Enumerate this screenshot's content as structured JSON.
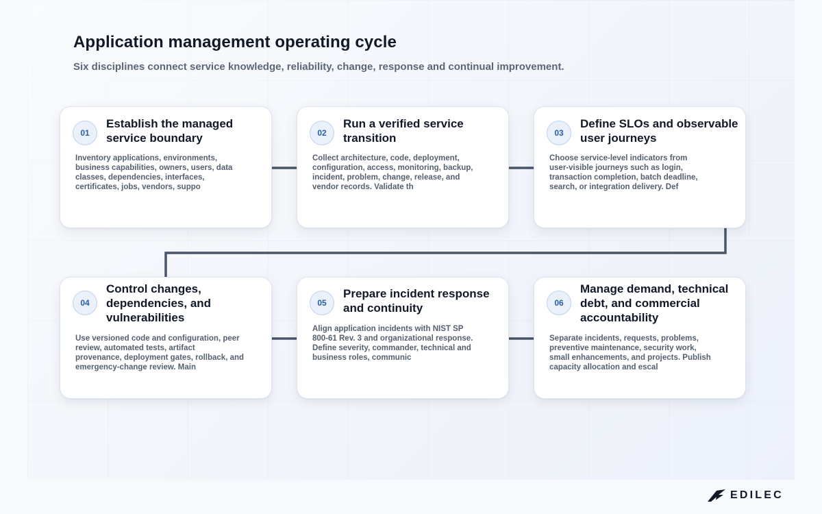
{
  "diagram": {
    "title": "Application management operating cycle",
    "subtitle": "Six disciplines connect service knowledge, reliability, change, response and continual improvement.",
    "steps": [
      {
        "number": "01",
        "title": "Establish the managed service boundary",
        "text": "Inventory applications, environments,\nbusiness capabilities, owners, users, data\nclasses, dependencies, interfaces,\ncertificates, jobs, vendors, suppo"
      },
      {
        "number": "02",
        "title": "Run a verified service transition",
        "text": "Collect architecture, code, deployment,\nconfiguration, access, monitoring, backup,\nincident, problem, change, release, and\nvendor records. Validate th"
      },
      {
        "number": "03",
        "title": "Define SLOs and observable user journeys",
        "text": "Choose service-level indicators from\nuser-visible journeys such as login,\ntransaction completion, batch deadline,\nsearch, or integration delivery. Def"
      },
      {
        "number": "04",
        "title": "Control changes, dependencies, and vulnerabilities",
        "text": "Use versioned code and configuration, peer\nreview, automated tests, artifact\nprovenance, deployment gates, rollback, and\nemergency-change review. Main"
      },
      {
        "number": "05",
        "title": "Prepare incident response and continuity",
        "text": "Align application incidents with NIST SP\n800-61 Rev. 3 and organizational response.\nDefine severity, commander, technical and\nbusiness roles, communic"
      },
      {
        "number": "06",
        "title": "Manage demand, technical debt, and commercial accountability",
        "text": "Separate incidents, requests, problems,\npreventive maintenance, security work,\nsmall enhancements, and projects. Publish\ncapacity allocation and escal"
      }
    ],
    "connector_color": "#4a5568",
    "accent_color": "#2b5da6"
  },
  "brand": {
    "name": "EDILEC",
    "logo_icon": "edilec-logo-icon"
  }
}
